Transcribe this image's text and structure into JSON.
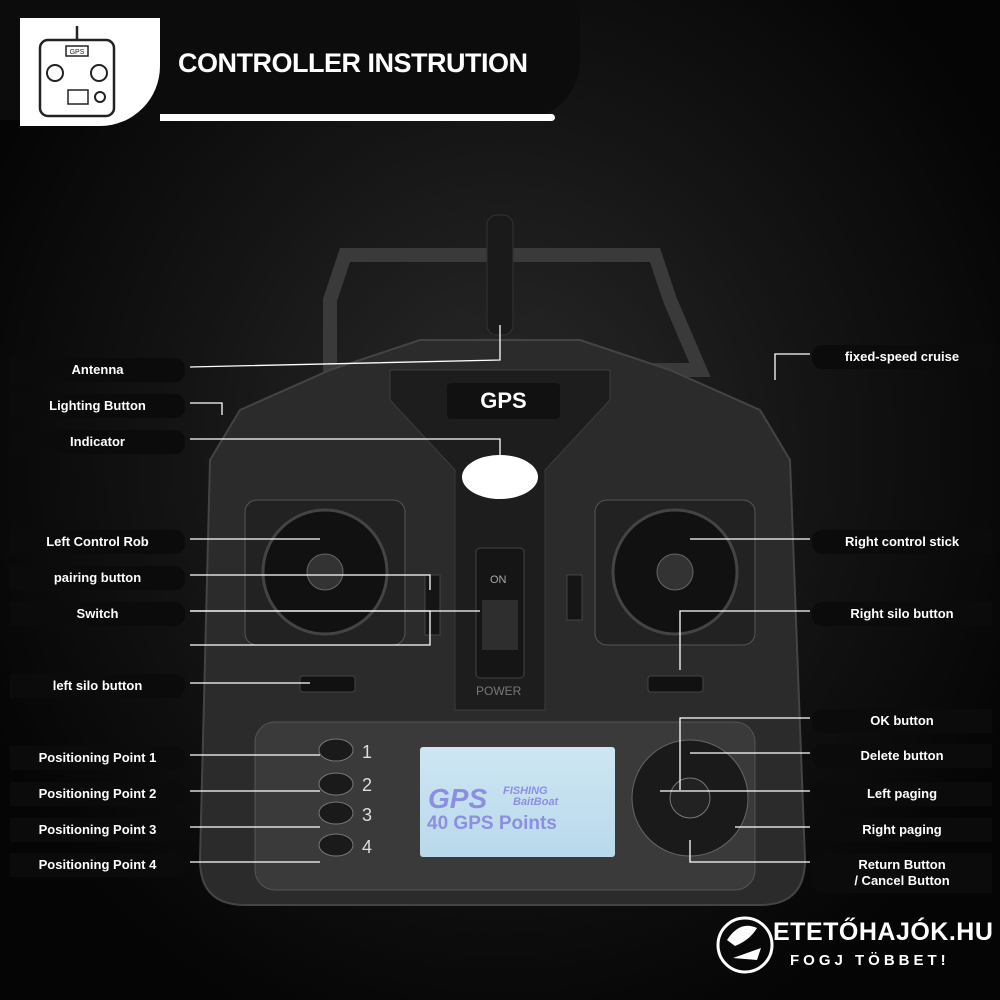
{
  "header": {
    "title": "CONTROLLER INSTRUTION",
    "icon_label": "GPS"
  },
  "controller": {
    "badge": "GPS",
    "switch_label": "ON",
    "power_label": "POWER",
    "screen": {
      "brand": "GPS",
      "line1": "FISHING",
      "line2": "BaitBoat",
      "points": "40 GPS Points"
    },
    "point_numbers": [
      "1",
      "2",
      "3",
      "4"
    ]
  },
  "labels_left": [
    "Antenna",
    "Lighting Button",
    "Indicator",
    "Left Control Rob",
    "pairing button",
    "Switch",
    "left silo button",
    "Positioning Point 1",
    "Positioning Point 2",
    "Positioning Point 3",
    "Positioning Point 4"
  ],
  "labels_right": {
    "cruise": "fixed-speed cruise",
    "right_stick": "Right control stick",
    "right_silo": "Right silo button",
    "ok": "OK button",
    "delete": "Delete button",
    "left_paging": "Left paging",
    "right_paging": "Right paging",
    "return1": "Return Button",
    "return2": "/ Cancel Button"
  },
  "logo": {
    "main": "ETETŐHAJÓK.HU",
    "sub": "FOGJ TÖBBET!"
  }
}
